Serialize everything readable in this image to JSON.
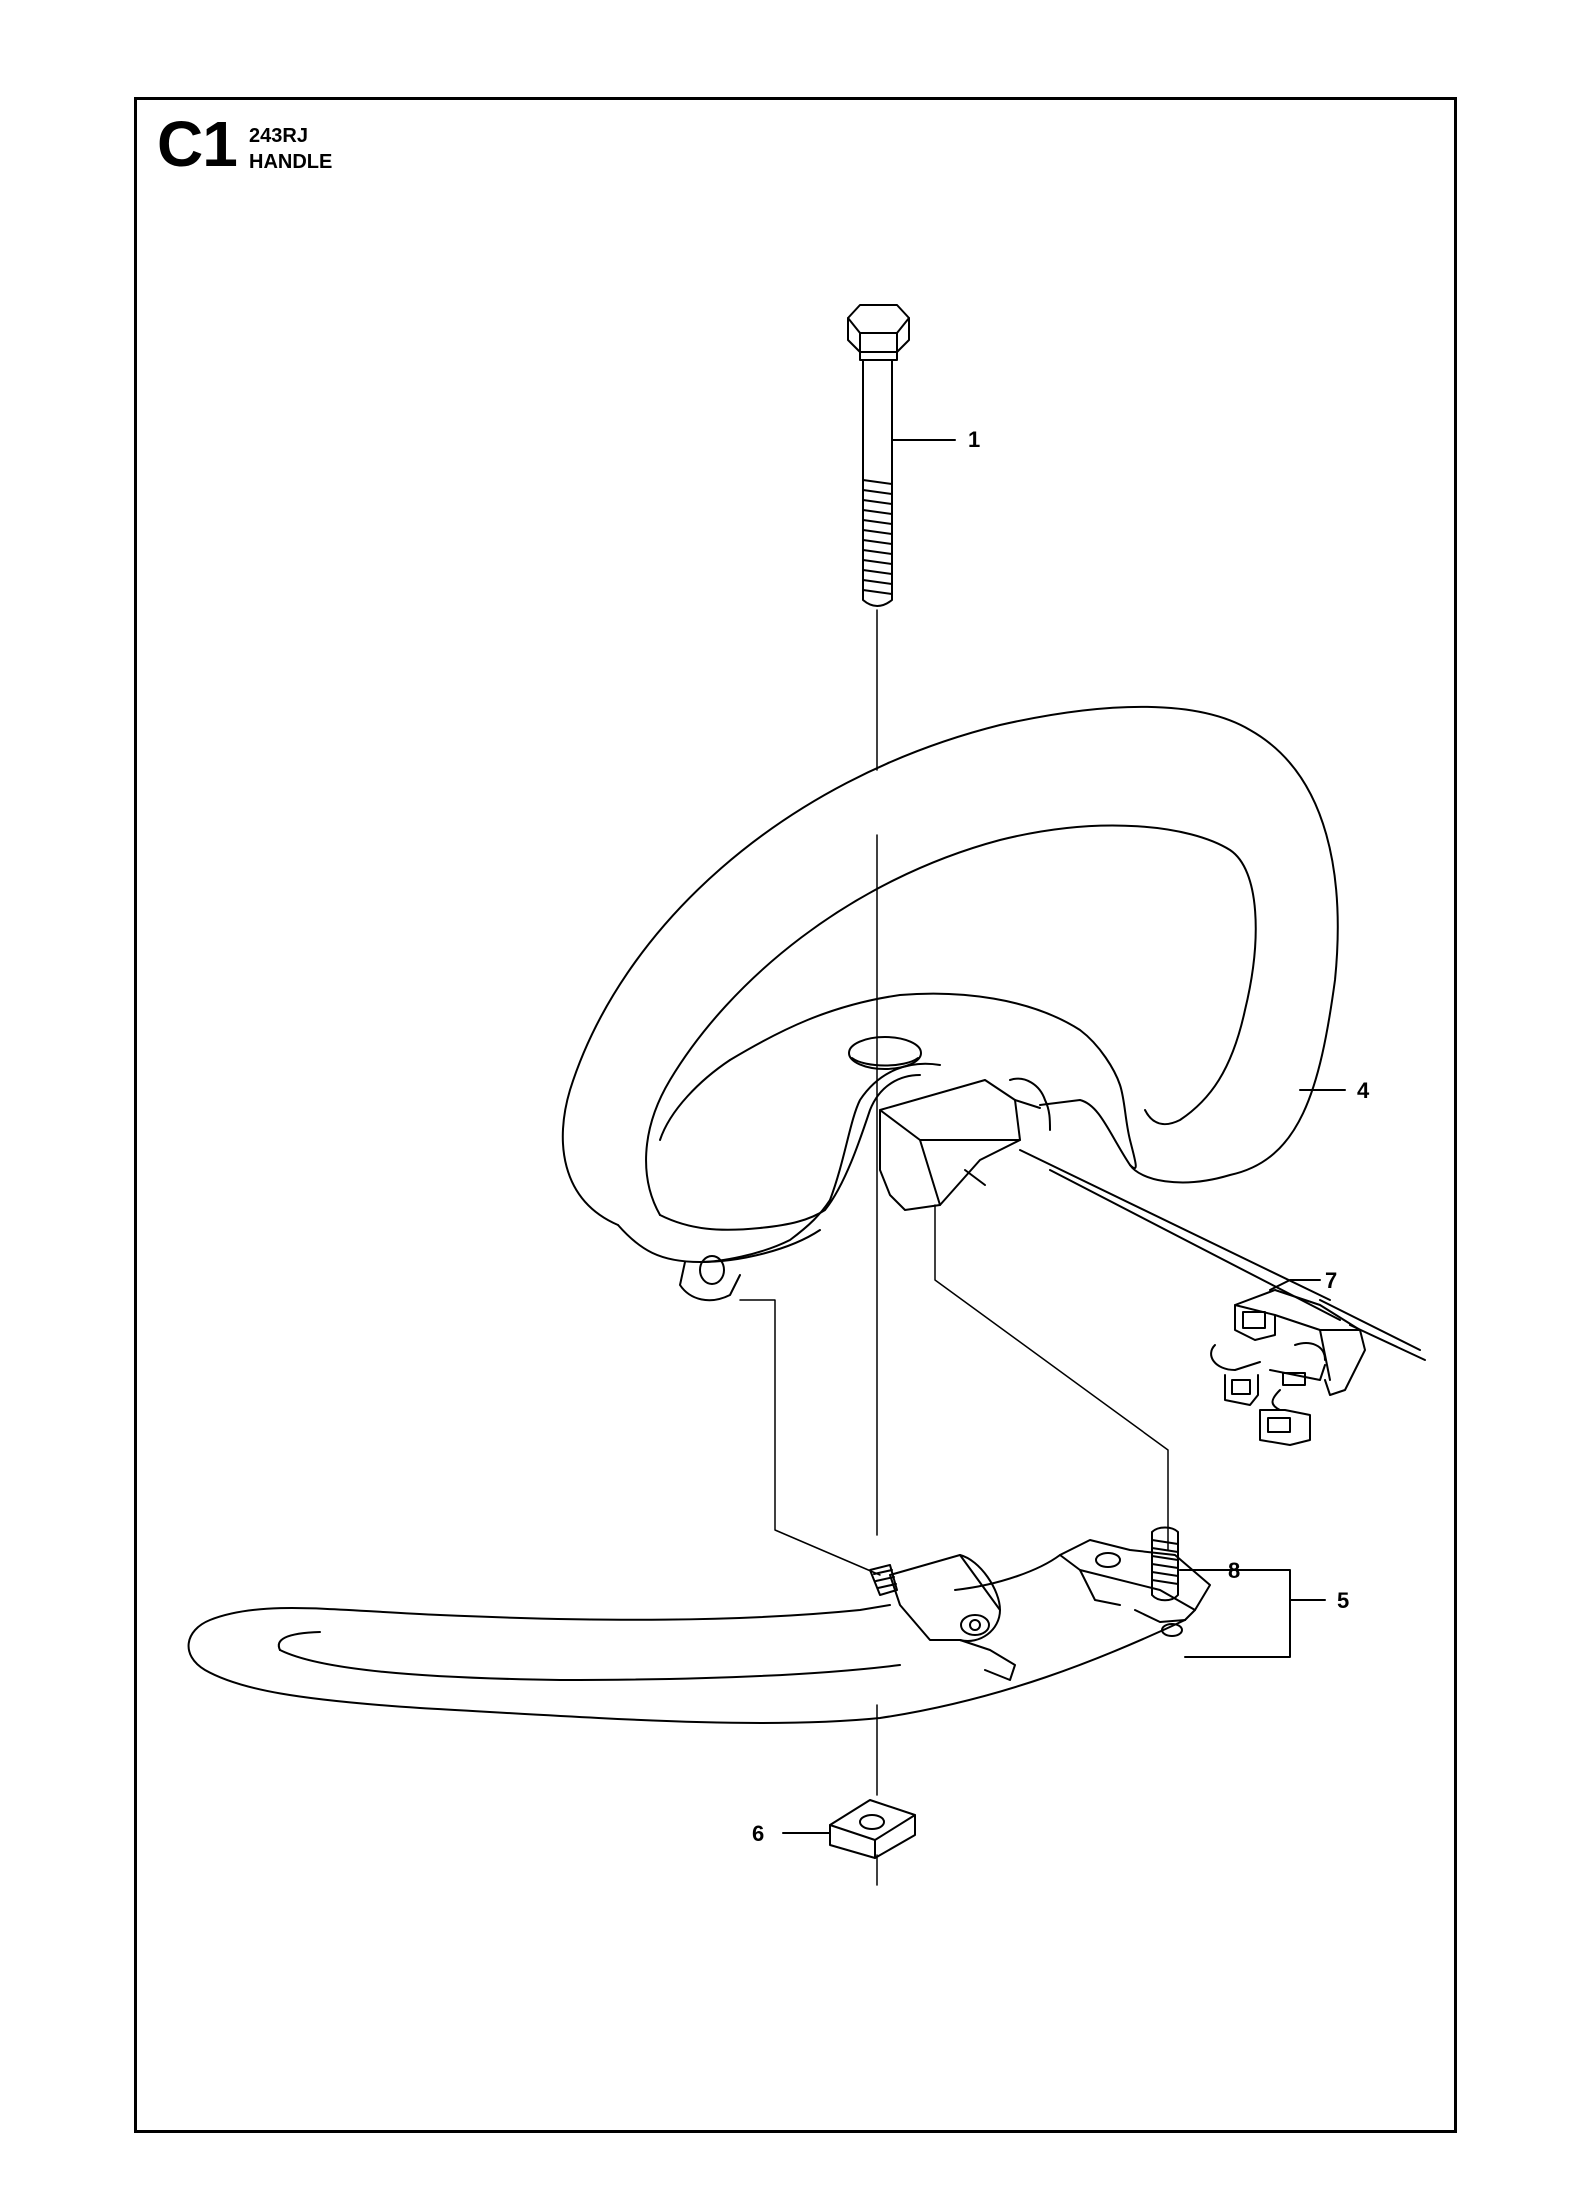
{
  "header": {
    "section_code": "C1",
    "model": "243RJ",
    "title": "HANDLE"
  },
  "callouts": {
    "c1": "1",
    "c4": "4",
    "c5": "5",
    "c6": "6",
    "c7": "7",
    "c8": "8"
  },
  "colors": {
    "line": "#000000",
    "background": "#ffffff"
  }
}
